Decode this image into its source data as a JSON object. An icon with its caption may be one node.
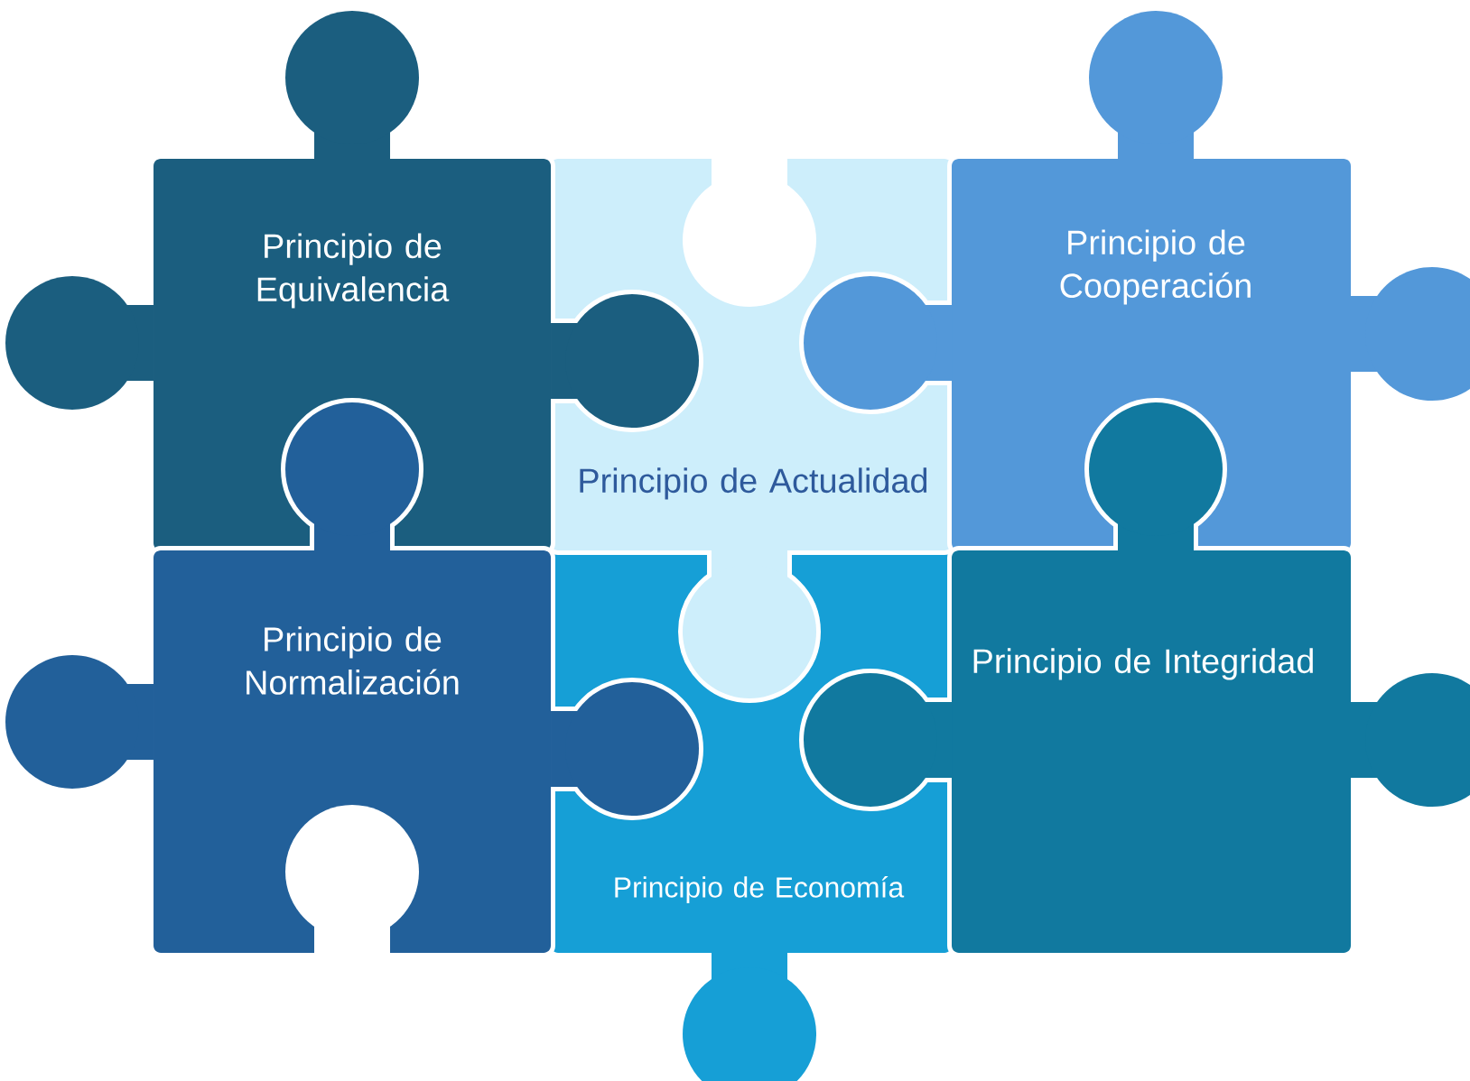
{
  "diagram": {
    "nodes": [
      {
        "text": [
          "Principio de Equivalencia"
        ]
      },
      {
        "text": [
          "Principio de Actualidad"
        ]
      },
      {
        "text": [
          "Principio de Cooperación"
        ]
      },
      {
        "text": [
          "Principio de Normalización"
        ]
      },
      {
        "text": [
          "Principio de Economía"
        ]
      },
      {
        "text": [
          "Principio de Integridad"
        ]
      }
    ]
  }
}
